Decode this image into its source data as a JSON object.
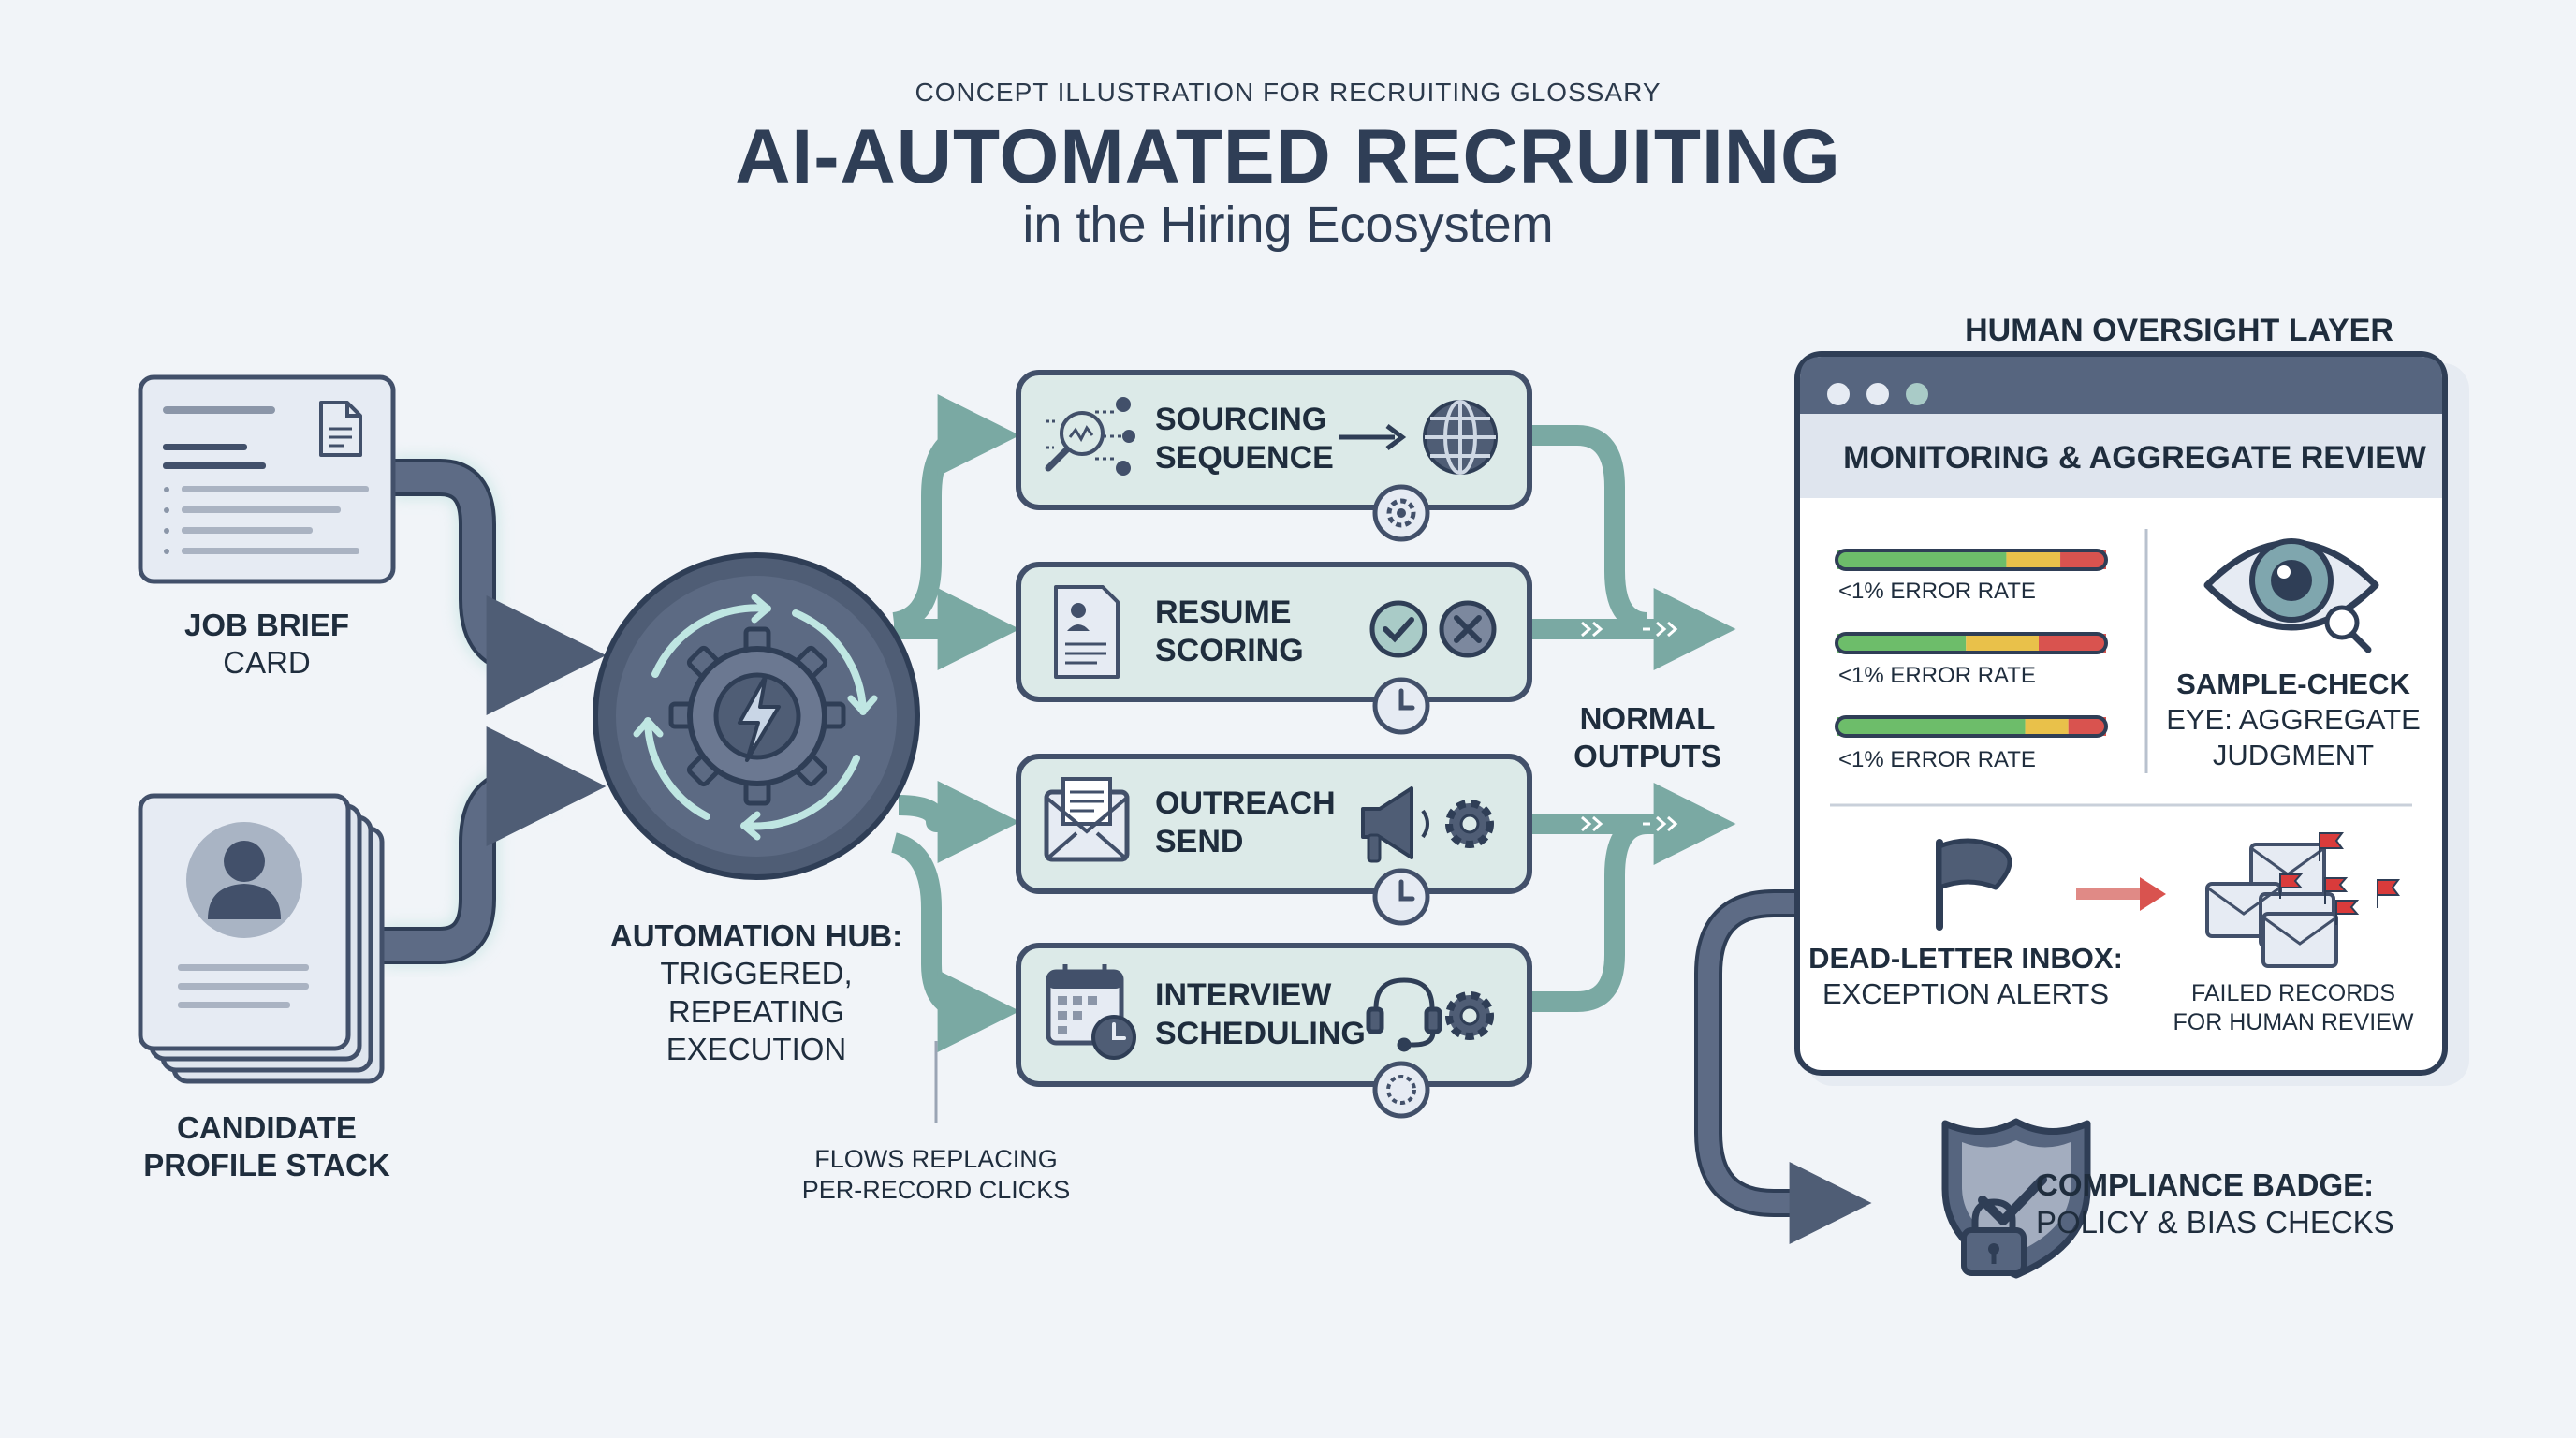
{
  "header": {
    "supertitle": "CONCEPT ILLUSTRATION FOR RECRUITING GLOSSARY",
    "title": "AI-AUTOMATED RECRUITING",
    "subtitle": "in the Hiring Ecosystem"
  },
  "inputs": {
    "job_brief": {
      "line1": "JOB BRIEF",
      "line2": "CARD"
    },
    "candidate_stack": {
      "line1": "CANDIDATE",
      "line2": "PROFILE STACK"
    }
  },
  "hub": {
    "line1": "AUTOMATION HUB:",
    "line2": "TRIGGERED,",
    "line3": "REPEATING",
    "line4": "EXECUTION"
  },
  "flows_note": {
    "line1": "FLOWS REPLACING",
    "line2": "PER-RECORD CLICKS"
  },
  "tasks": [
    {
      "line1": "SOURCING",
      "line2": "SEQUENCE"
    },
    {
      "line1": "RESUME",
      "line2": "SCORING"
    },
    {
      "line1": "OUTREACH",
      "line2": "SEND"
    },
    {
      "line1": "INTERVIEW",
      "line2": "SCHEDULING"
    }
  ],
  "normal_outputs": {
    "line1": "NORMAL",
    "line2": "OUTPUTS"
  },
  "oversight": {
    "title": "HUMAN OVERSIGHT LAYER",
    "monitor_title": "MONITORING & AGGREGATE REVIEW",
    "error_rates": [
      {
        "label": "<1% ERROR RATE",
        "green": 0.63,
        "yellow": 0.2,
        "red": 0.17
      },
      {
        "label": "<1% ERROR RATE",
        "green": 0.48,
        "yellow": 0.27,
        "red": 0.25
      },
      {
        "label": "<1% ERROR RATE",
        "green": 0.7,
        "yellow": 0.16,
        "red": 0.14
      }
    ],
    "sample_check": {
      "line1": "SAMPLE-CHECK",
      "line2": "EYE: AGGREGATE",
      "line3": "JUDGMENT"
    },
    "dead_letter": {
      "line1": "DEAD-LETTER INBOX:",
      "line2": "EXCEPTION ALERTS"
    },
    "failed_records": {
      "line1": "FAILED RECORDS",
      "line2": "FOR HUMAN REVIEW"
    }
  },
  "compliance": {
    "line1": "COMPLIANCE BADGE:",
    "line2": "POLICY & BIAS CHECKS"
  },
  "colors": {
    "navy": "#4f5d75",
    "teal": "#7aa9a3",
    "panel": "#dceae8",
    "bar_green": "#6dbd6a",
    "bar_yellow": "#e9c14a",
    "bar_red": "#d9534f",
    "flag_red": "#d93b3b"
  },
  "icons": {
    "job_brief": "document-icon",
    "candidate": "user-avatar-icon",
    "hub": "gear-lightning-icon",
    "sourcing": "magnifier-network-icon",
    "resume": "resume-document-icon",
    "outreach": "envelope-icon",
    "scheduling": "calendar-clock-icon",
    "oversight": "eye-icon",
    "dead_letter": "flag-icon",
    "compliance": "shield-lock-icon"
  }
}
